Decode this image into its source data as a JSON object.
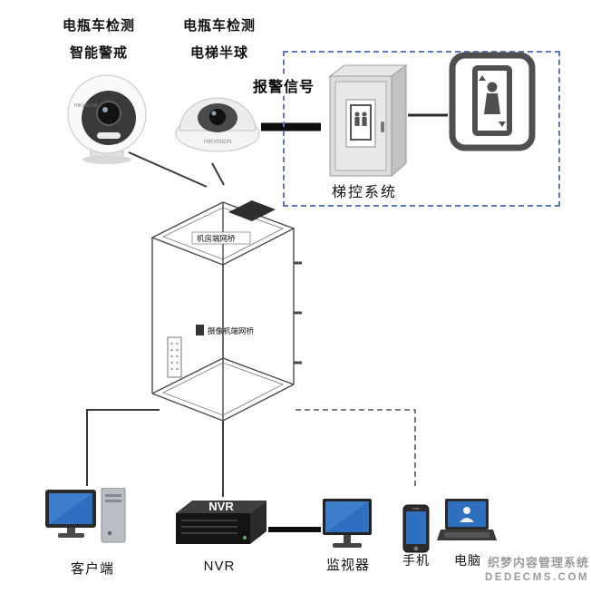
{
  "top": {
    "camera1_label": {
      "line1": "电瓶车检测",
      "line2": "智能警戒"
    },
    "camera2_label": {
      "line1": "电瓶车检测",
      "line2": "电梯半球"
    },
    "camera_brand": "HIKVISION",
    "alarm_signal_label": "报警信号",
    "elevator_control_label": "梯控系统"
  },
  "elevator": {
    "bridge_top_label": "机房端网桥",
    "bridge_cam_label": "摄像机端网桥"
  },
  "bottom": {
    "client_label": "客户端",
    "nvr_label": "NVR",
    "nvr_device_text": "NVR",
    "monitor_label": "监视器",
    "phone_label": "手机",
    "laptop_label": "电脑"
  },
  "watermark": {
    "line1": "织梦内容管理系统",
    "line2": "DEDECMS.COM"
  },
  "colors": {
    "dashed_box_border": "#5b79b8",
    "line": "#3a3a3a",
    "screen_blue": "#2e6fc0",
    "device_dark": "#1f1f1f"
  }
}
